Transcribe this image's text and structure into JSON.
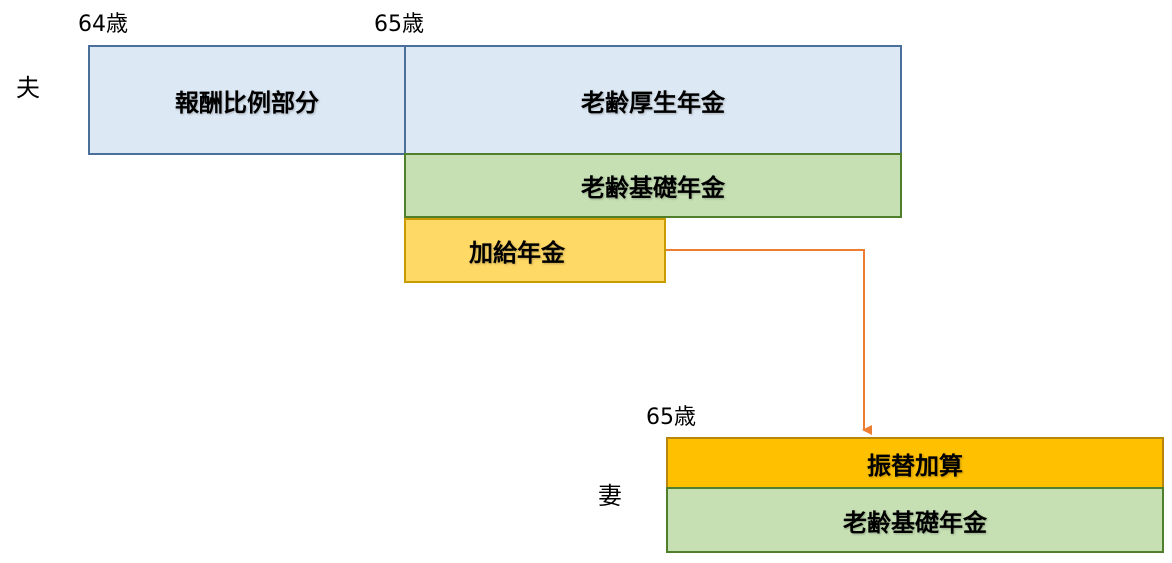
{
  "husband": {
    "label": "夫",
    "age_64": "64歳",
    "age_65": "65歳",
    "blocks": {
      "hoshu": "報酬比例部分",
      "kosei": "老齢厚生年金",
      "kiso": "老齢基礎年金",
      "kakyu": "加給年金"
    }
  },
  "wife": {
    "label": "妻",
    "age_65": "65歳",
    "blocks": {
      "furikae": "振替加算",
      "kiso": "老齢基礎年金"
    }
  },
  "colors": {
    "kosei_fill": "#dce8f4",
    "kiso_fill": "#c6e0b4",
    "kakyu_fill": "#ffd966",
    "furikae_fill": "#ffc000",
    "arrow": "#ed7d31"
  }
}
